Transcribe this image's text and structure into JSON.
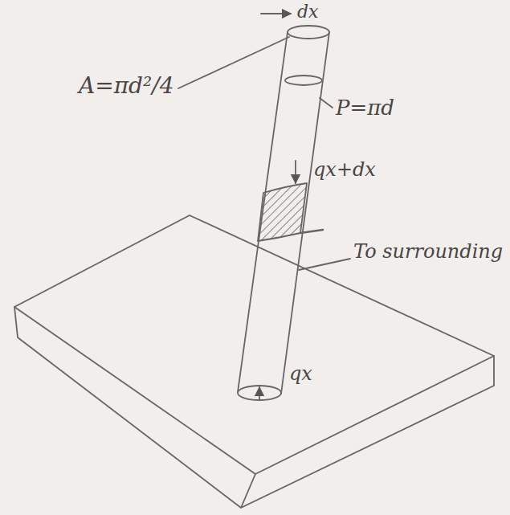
{
  "diagram": {
    "labels": [
      "dx",
      "A=πd²/4",
      "P=πd",
      "qx+dx",
      "To surrounding",
      "qx"
    ]
  }
}
